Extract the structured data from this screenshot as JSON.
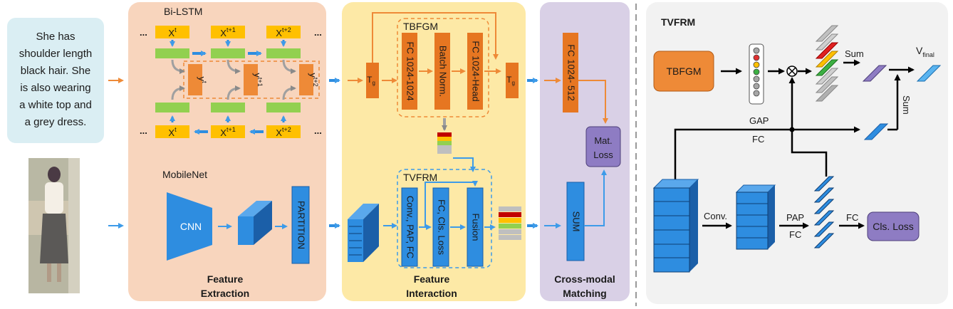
{
  "caption": [
    "She has",
    "shoulder length",
    "black hair. She",
    "is also wearing",
    "a white top and",
    "a grey dress."
  ],
  "bilstm": {
    "title": "Bi-LSTM",
    "ellipsis": "...",
    "x_top": [
      {
        "base": "X",
        "sup": "t"
      },
      {
        "base": "X",
        "sup": "t+1"
      },
      {
        "base": "X",
        "sup": "t+2"
      }
    ],
    "x_bottom": [
      {
        "base": "X",
        "sup": "t"
      },
      {
        "base": "X",
        "sup": "t+1"
      },
      {
        "base": "X",
        "sup": "t+2"
      }
    ],
    "y_labels": [
      {
        "base": "y",
        "sup": "t"
      },
      {
        "base": "y",
        "sup": "t+1"
      },
      {
        "base": "y",
        "sup": "t+2"
      }
    ]
  },
  "mobilenet": {
    "title": "MobileNet",
    "cnn": "CNN",
    "partition": "PARTITION"
  },
  "section_labels": {
    "extraction": [
      "Feature",
      "Extraction"
    ],
    "interaction": [
      "Feature",
      "Interaction"
    ],
    "matching": [
      "Cross-modal",
      "Matching"
    ]
  },
  "tbfgm": {
    "title": "TBFGM",
    "blocks": [
      "FC 1024-1024",
      "Batch Norm.",
      "FC 1024-Head"
    ],
    "tg": {
      "base": "T",
      "sub": "g"
    }
  },
  "tvfrm_small": {
    "title": "TVFRM",
    "blocks": [
      "Conv., PAP, FC",
      "FC, Cls. Loss",
      "Fusion"
    ]
  },
  "matching": {
    "fc": "FC 1024- 512",
    "sum": "SUM",
    "loss": [
      "Mat.",
      "Loss"
    ]
  },
  "tvfrm_detail": {
    "title": "TVFRM",
    "tbfgm": "TBFGM",
    "sum_top": "Sum",
    "v_final": {
      "base": "V",
      "sub": "final"
    },
    "sum_side": "Sum",
    "gap": "GAP",
    "fc_mid": "FC",
    "conv": "Conv.",
    "pap": "PAP",
    "fc_low": "FC",
    "fc_out": "FC",
    "cls_loss": "Cls. Loss"
  },
  "colors": {
    "orange_bg": "#f8d5bd",
    "yellow_bg": "#fde9a6",
    "purple_bg": "#d9d0e6",
    "grey_bg": "#f2f2f2",
    "caption_bg": "#daeef3",
    "orange": "#ee8a37",
    "blue": "#2e8de0",
    "yellow": "#ffc000",
    "green": "#92d050",
    "purple": "#8e7cc3"
  }
}
